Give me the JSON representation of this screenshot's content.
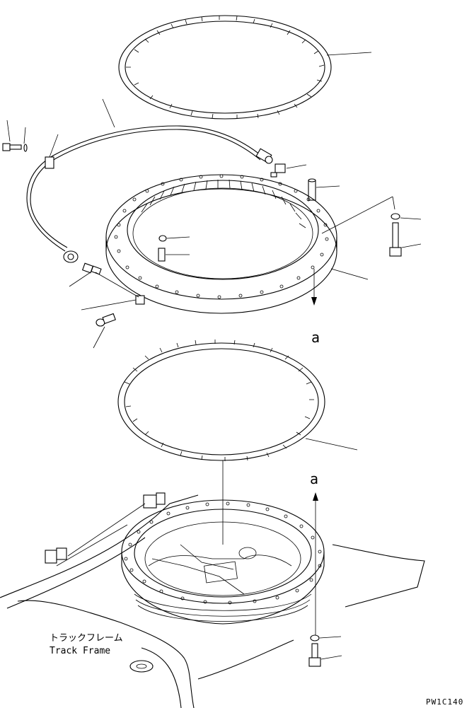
{
  "labels": {
    "view_arrow_top": "a",
    "view_arrow_bottom": "a",
    "track_frame_jp": "トラックフレーム",
    "track_frame_en": "Track Frame",
    "drawing_code": "PW1C140"
  },
  "colors": {
    "line": "#000000",
    "background": "#ffffff"
  }
}
